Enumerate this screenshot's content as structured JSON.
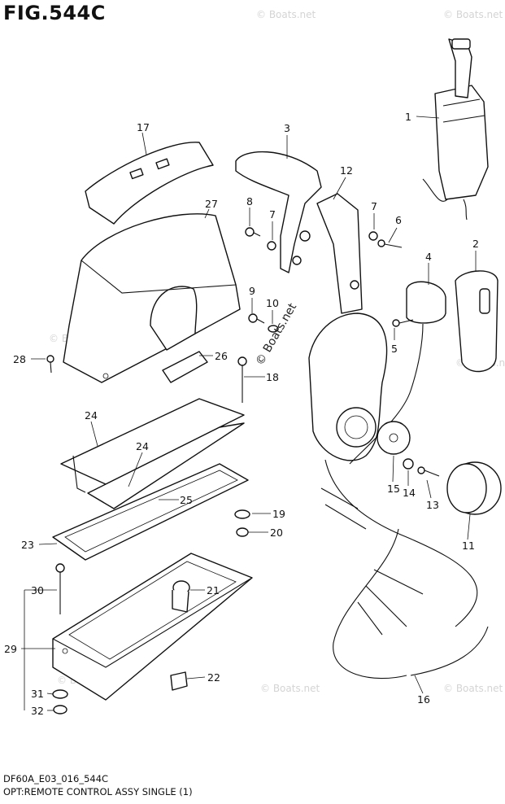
{
  "figure": {
    "title": "FIG.544C",
    "code": "DF60A_E03_016_544C",
    "description": "OPT:REMOTE CONTROL ASSY SINGLE (1)"
  },
  "watermark": {
    "main": "© Boats.net",
    "faint": "© Boats.net"
  },
  "callouts": [
    {
      "id": "1",
      "label": "1"
    },
    {
      "id": "2",
      "label": "2"
    },
    {
      "id": "3",
      "label": "3"
    },
    {
      "id": "4",
      "label": "4"
    },
    {
      "id": "5",
      "label": "5"
    },
    {
      "id": "6",
      "label": "6"
    },
    {
      "id": "7a",
      "label": "7"
    },
    {
      "id": "7b",
      "label": "7"
    },
    {
      "id": "8",
      "label": "8"
    },
    {
      "id": "9",
      "label": "9"
    },
    {
      "id": "10",
      "label": "10"
    },
    {
      "id": "11",
      "label": "11"
    },
    {
      "id": "12",
      "label": "12"
    },
    {
      "id": "13",
      "label": "13"
    },
    {
      "id": "14",
      "label": "14"
    },
    {
      "id": "15",
      "label": "15"
    },
    {
      "id": "16",
      "label": "16"
    },
    {
      "id": "17",
      "label": "17"
    },
    {
      "id": "18",
      "label": "18"
    },
    {
      "id": "19",
      "label": "19"
    },
    {
      "id": "20",
      "label": "20"
    },
    {
      "id": "21",
      "label": "21"
    },
    {
      "id": "22",
      "label": "22"
    },
    {
      "id": "23",
      "label": "23"
    },
    {
      "id": "24a",
      "label": "24"
    },
    {
      "id": "24b",
      "label": "24"
    },
    {
      "id": "25",
      "label": "25"
    },
    {
      "id": "26",
      "label": "26"
    },
    {
      "id": "27",
      "label": "27"
    },
    {
      "id": "28",
      "label": "28"
    },
    {
      "id": "29",
      "label": "29"
    },
    {
      "id": "30",
      "label": "30"
    },
    {
      "id": "31",
      "label": "31"
    },
    {
      "id": "32",
      "label": "32"
    }
  ]
}
